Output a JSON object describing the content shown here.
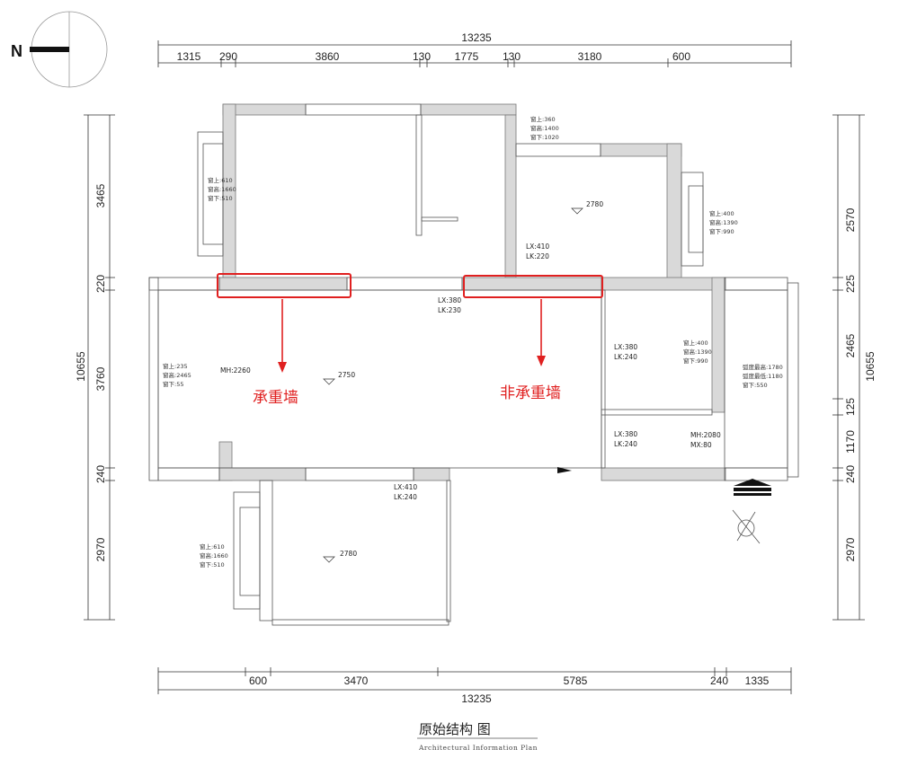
{
  "north": {
    "label": "N"
  },
  "dims": {
    "top_total": "13235",
    "top": [
      "1315",
      "290",
      "3860",
      "130",
      "1775",
      "130",
      "3180",
      "600"
    ],
    "bottom_total": "13235",
    "bottom": [
      "600",
      "3470",
      "5785",
      "240",
      "1335"
    ],
    "left_total": "10655",
    "left": [
      "3465",
      "220",
      "3760",
      "240",
      "2970"
    ],
    "right_total": "10655",
    "right": [
      "2570",
      "225",
      "2465",
      "125",
      "1170",
      "240",
      "2970"
    ]
  },
  "annotations": {
    "win_top_left": [
      "窗上:610",
      "窗高:1660",
      "窗下:510"
    ],
    "win_top_center": [
      "窗上:360",
      "窗高:1400",
      "窗下:1020"
    ],
    "win_right_upper": [
      "窗上:400",
      "窗高:1390",
      "窗下:990"
    ],
    "win_living": [
      "窗上:235",
      "窗高:2465",
      "窗下:55"
    ],
    "win_bath": [
      "窗上:400",
      "窗高:1390",
      "窗下:990"
    ],
    "win_balcony": [
      "弧度最高:1780",
      "弧度最低:1180",
      "窗下:550"
    ],
    "win_bottom_left": [
      "窗上:610",
      "窗高:1660",
      "窗下:510"
    ],
    "lx_center": [
      "LX:380",
      "LK:230"
    ],
    "lx_upper_right": [
      "LX:410",
      "LK:220"
    ],
    "lx_right1": [
      "LX:380",
      "LK:240"
    ],
    "lx_right2": [
      "LX:380",
      "LK:240"
    ],
    "lx_bottom": [
      "LX:410",
      "LK:240"
    ],
    "mh_living": "MH:2260",
    "mh_right": [
      "MH:2080",
      "MX:80"
    ],
    "h_upper_right": "2780",
    "h_living": "2750",
    "h_bottom": "2780"
  },
  "labels": {
    "load_bearing": "承重墙",
    "non_load_bearing": "非承重墙"
  },
  "title": {
    "main": "原始结构 图",
    "sub": "Architectural Information Plan"
  },
  "colors": {
    "highlight": "#e02020",
    "wall_fill": "#d9d9d9"
  }
}
